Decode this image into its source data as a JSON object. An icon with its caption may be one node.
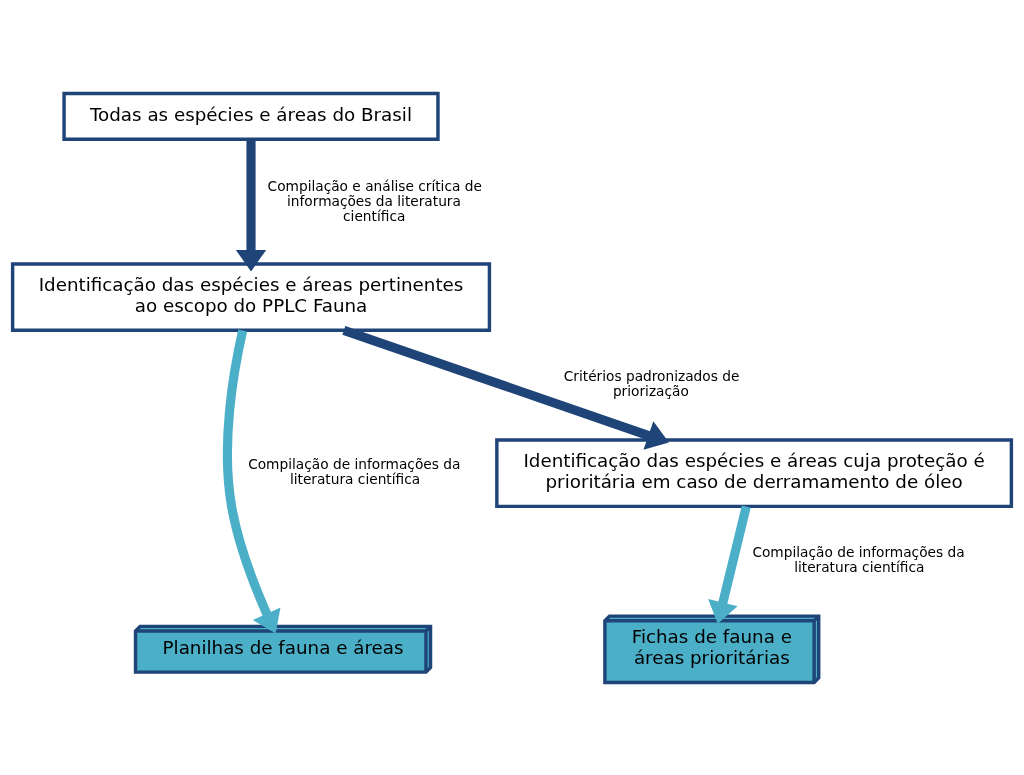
{
  "diagram": {
    "nodes": [
      {
        "text": [
          "Todas as espécies e áreas do Brasil"
        ]
      },
      {
        "text": [
          "Identificação das espécies e áreas pertinentes ao escopo do PPLC Fauna"
        ]
      },
      {
        "text": [
          "Identificação das espécies e áreas cuja proteção é prioritária em caso de derramamento de óleo"
        ]
      },
      {
        "text": [
          "Planilhas de fauna e áreas"
        ]
      },
      {
        "text": [
          "Fichas de fauna e áreas prioritárias"
        ]
      }
    ],
    "edges": [
      {
        "from": 0,
        "to": 1,
        "arrow": "to",
        "label": "Compilação e análise crítica de informações da literatura científica"
      },
      {
        "from": 1,
        "to": 2,
        "arrow": "to",
        "label": "Critérios padronizados de priorização"
      },
      {
        "from": 1,
        "to": 3,
        "arrow": "to",
        "label": "Compilação de informações da literatura científica",
        "color": "#4bafc8"
      },
      {
        "from": 2,
        "to": 4,
        "arrow": "to",
        "label": "Compilação de informações da literatura científica",
        "color": "#4bafc8"
      }
    ]
  }
}
